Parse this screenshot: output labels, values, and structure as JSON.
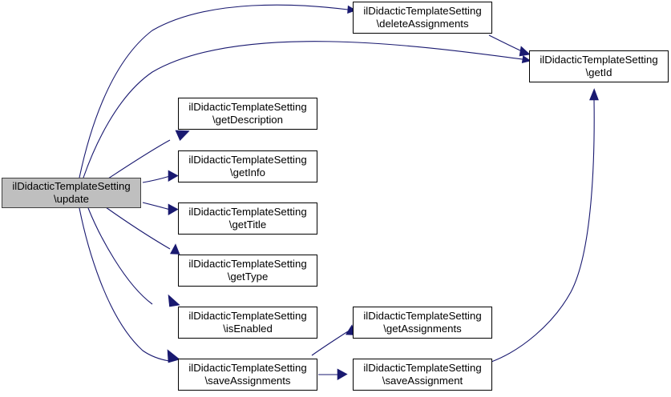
{
  "diagram": {
    "type": "call-graph",
    "title": "ilDidacticTemplateSetting::update call graph",
    "colors": {
      "node_fill": "#ffffff",
      "node_border": "#000000",
      "highlight_fill": "#bfbfbf",
      "highlight_border": "#404040",
      "edge": "#191970",
      "background": "#ffffff"
    },
    "nodes": [
      {
        "id": "update",
        "class_line": "ilDidacticTemplateSetting",
        "method_line": "\\update",
        "highlighted": true
      },
      {
        "id": "deleteAssignments",
        "class_line": "ilDidacticTemplateSetting",
        "method_line": "\\deleteAssignments",
        "highlighted": false
      },
      {
        "id": "getId",
        "class_line": "ilDidacticTemplateSetting",
        "method_line": "\\getId",
        "highlighted": false
      },
      {
        "id": "getDescription",
        "class_line": "ilDidacticTemplateSetting",
        "method_line": "\\getDescription",
        "highlighted": false
      },
      {
        "id": "getInfo",
        "class_line": "ilDidacticTemplateSetting",
        "method_line": "\\getInfo",
        "highlighted": false
      },
      {
        "id": "getTitle",
        "class_line": "ilDidacticTemplateSetting",
        "method_line": "\\getTitle",
        "highlighted": false
      },
      {
        "id": "getType",
        "class_line": "ilDidacticTemplateSetting",
        "method_line": "\\getType",
        "highlighted": false
      },
      {
        "id": "isEnabled",
        "class_line": "ilDidacticTemplateSetting",
        "method_line": "\\isEnabled",
        "highlighted": false
      },
      {
        "id": "saveAssignments",
        "class_line": "ilDidacticTemplateSetting",
        "method_line": "\\saveAssignments",
        "highlighted": false
      },
      {
        "id": "getAssignments",
        "class_line": "ilDidacticTemplateSetting",
        "method_line": "\\getAssignments",
        "highlighted": false
      },
      {
        "id": "saveAssignment",
        "class_line": "ilDidacticTemplateSetting",
        "method_line": "\\saveAssignment",
        "highlighted": false
      }
    ],
    "edges": [
      {
        "from": "update",
        "to": "deleteAssignments"
      },
      {
        "from": "update",
        "to": "getId"
      },
      {
        "from": "update",
        "to": "getDescription"
      },
      {
        "from": "update",
        "to": "getInfo"
      },
      {
        "from": "update",
        "to": "getTitle"
      },
      {
        "from": "update",
        "to": "getType"
      },
      {
        "from": "update",
        "to": "isEnabled"
      },
      {
        "from": "update",
        "to": "saveAssignments"
      },
      {
        "from": "deleteAssignments",
        "to": "getId"
      },
      {
        "from": "saveAssignments",
        "to": "getAssignments"
      },
      {
        "from": "saveAssignments",
        "to": "saveAssignment"
      },
      {
        "from": "saveAssignment",
        "to": "getId"
      }
    ]
  }
}
